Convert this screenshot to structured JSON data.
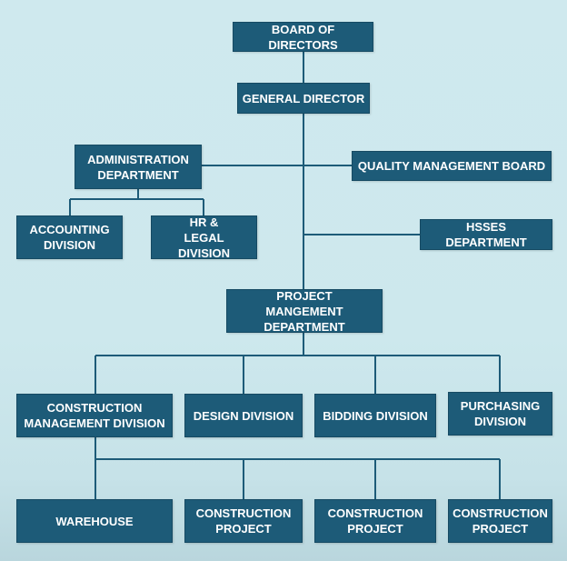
{
  "chart": {
    "board": "BOARD OF DIRECTORS",
    "general_director": "GENERAL DIRECTOR",
    "administration": "ADMINISTRATION DEPARTMENT",
    "quality": "QUALITY MANAGEMENT BOARD",
    "accounting": "ACCOUNTING DIVISION",
    "hr_legal": "HR & LEGAL DIVISION",
    "hsses": "HSSES DEPARTMENT",
    "project_management": "PROJECT MANGEMENT DEPARTMENT",
    "construction_management": "CONSTRUCTION MANAGEMENT DIVISION",
    "design": "DESIGN DIVISION",
    "bidding": "BIDDING DIVISION",
    "purchasing": "PURCHASING DIVISION",
    "warehouse": "WAREHOUSE",
    "construction_project_1": "CONSTRUCTION PROJECT",
    "construction_project_2": "CONSTRUCTION PROJECT",
    "construction_project_3": "CONSTRUCTION PROJECT"
  },
  "colors": {
    "box_fill": "#1d5b78",
    "box_text": "#ffffff",
    "connector": "#1d5b78",
    "background": "#cfe9ee"
  }
}
